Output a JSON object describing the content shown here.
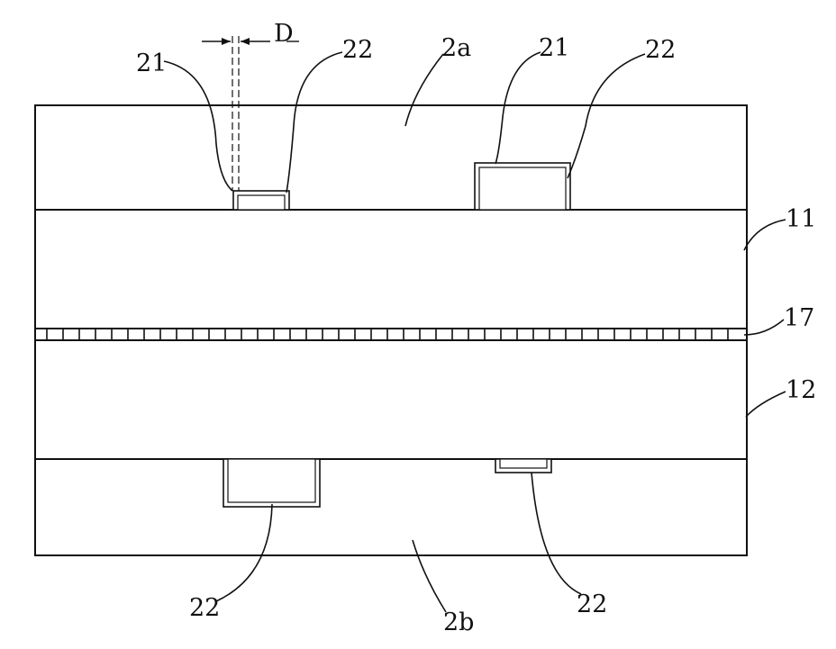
{
  "figure": {
    "layers": [
      {
        "id": "2a",
        "pattern": "crosshatch"
      },
      {
        "id": "11",
        "pattern": "forward-diagonal"
      },
      {
        "id": "17",
        "pattern": "thin-dashed-bond"
      },
      {
        "id": "12",
        "pattern": "backward-diagonal"
      },
      {
        "id": "2b",
        "pattern": "herringbone"
      }
    ],
    "labels": {
      "dim_d": "D",
      "top_21_left": "21",
      "top_22_left": "22",
      "top_2a": "2a",
      "top_21_right": "21",
      "top_22_right": "22",
      "side_11": "11",
      "side_17": "17",
      "side_12": "12",
      "bottom_22_left": "22",
      "bottom_2b": "2b",
      "bottom_22_right": "22"
    },
    "colors": {
      "ink": "#111111",
      "paper": "#ffffff"
    }
  }
}
